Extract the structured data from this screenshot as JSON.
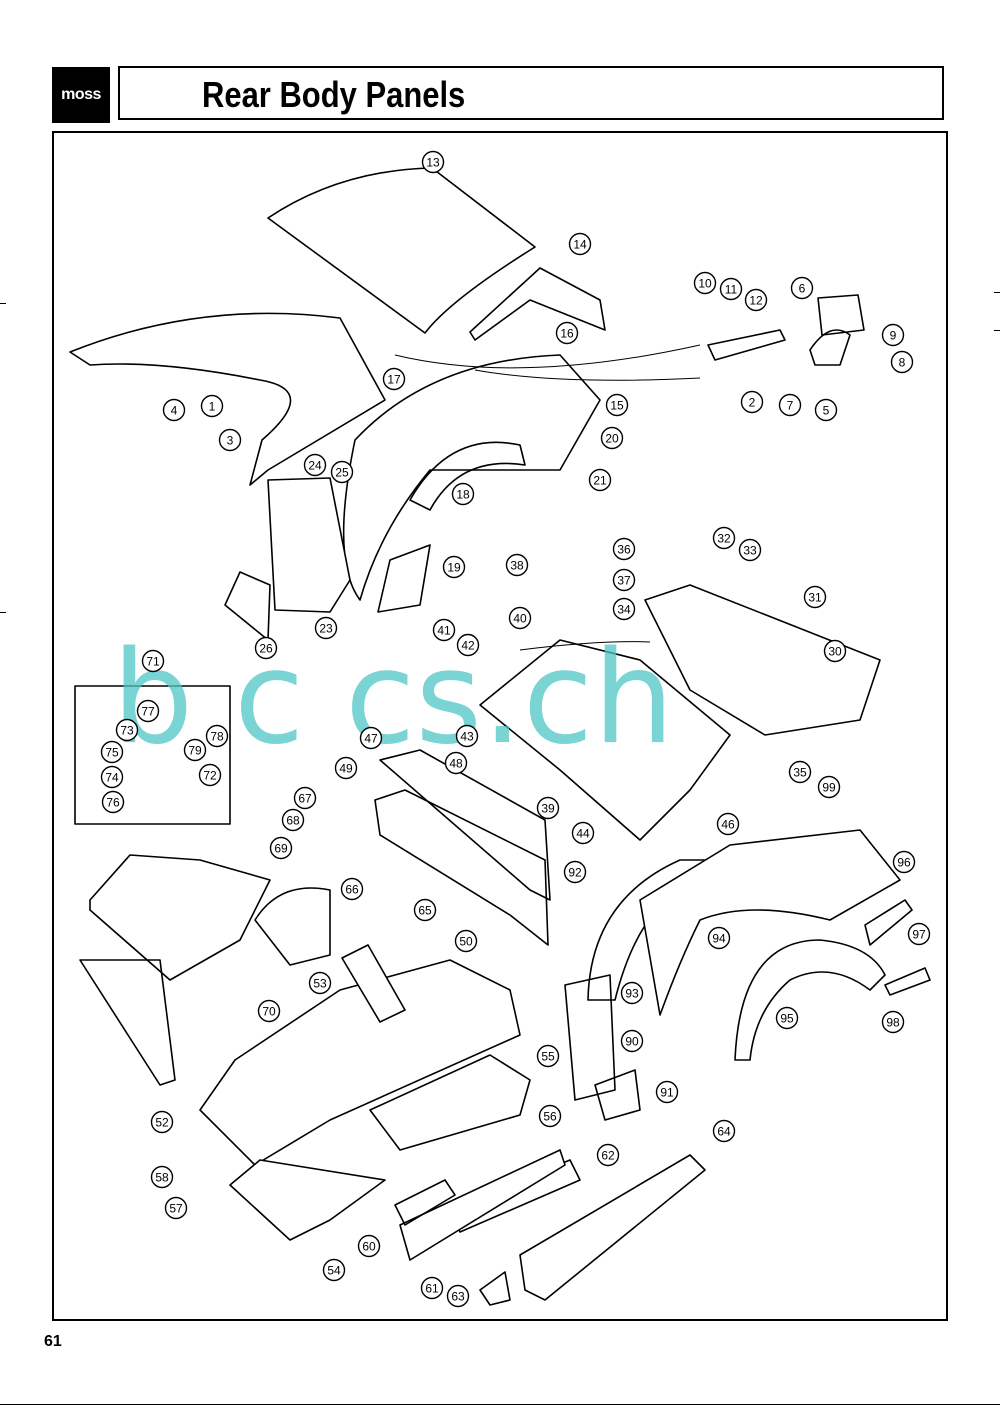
{
  "header": {
    "logo_text": "moss",
    "title": "Rear Body Panels"
  },
  "watermark": "b c cs.ch",
  "footer": {
    "page_number": "61"
  },
  "diagram": {
    "callouts": [
      "1",
      "2",
      "3",
      "4",
      "5",
      "6",
      "7",
      "8",
      "9",
      "10",
      "11",
      "12",
      "13",
      "14",
      "15",
      "16",
      "17",
      "18",
      "19",
      "20",
      "21",
      "23",
      "24",
      "25",
      "26",
      "30",
      "31",
      "32",
      "33",
      "34",
      "35",
      "36",
      "37",
      "38",
      "39",
      "40",
      "41",
      "42",
      "43",
      "44",
      "46",
      "47",
      "48",
      "49",
      "50",
      "52",
      "53",
      "54",
      "55",
      "56",
      "57",
      "58",
      "60",
      "61",
      "62",
      "63",
      "64",
      "65",
      "66",
      "67",
      "68",
      "69",
      "70",
      "71",
      "72",
      "73",
      "74",
      "75",
      "76",
      "77",
      "78",
      "79",
      "90",
      "91",
      "92",
      "93",
      "94",
      "95",
      "96",
      "97",
      "98",
      "99"
    ]
  }
}
